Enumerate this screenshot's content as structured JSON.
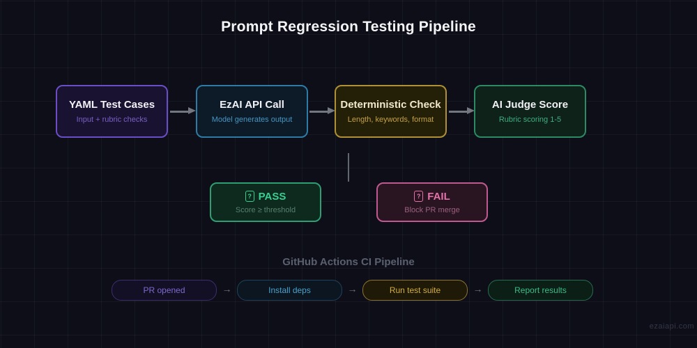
{
  "title": "Prompt Regression Testing Pipeline",
  "pipeline": {
    "stages": [
      {
        "title": "YAML Test Cases",
        "subtitle": "Input + rubric checks",
        "accent": "#6b4ec6"
      },
      {
        "title": "EzAI API Call",
        "subtitle": "Model generates output",
        "accent": "#2d7ba6"
      },
      {
        "title": "Deterministic Check",
        "subtitle": "Length, keywords, format",
        "accent": "#b09136"
      },
      {
        "title": "AI Judge Score",
        "subtitle": "Rubric scoring 1-5",
        "accent": "#2c8a65"
      }
    ]
  },
  "outcomes": [
    {
      "icon": "missing-glyph",
      "label": "PASS",
      "subtitle": "Score ≥ threshold",
      "accent": "#36d091"
    },
    {
      "icon": "missing-glyph",
      "label": "FAIL",
      "subtitle": "Block PR merge",
      "accent": "#e471a9"
    }
  ],
  "ci": {
    "heading": "GitHub Actions CI Pipeline",
    "steps": [
      {
        "label": "PR opened",
        "accent": "#7e69cf"
      },
      {
        "label": "Install deps",
        "accent": "#49a2ce"
      },
      {
        "label": "Run test suite",
        "accent": "#d3ad3e"
      },
      {
        "label": "Report results",
        "accent": "#3cbd87"
      }
    ]
  },
  "icons": {
    "arrow_right": "→"
  },
  "colors": {
    "background": "#0d0e17",
    "grid_line": "rgba(148,158,190,0.07)",
    "arrow_gray": "#73777f"
  },
  "watermark": "ezaiapi.com"
}
